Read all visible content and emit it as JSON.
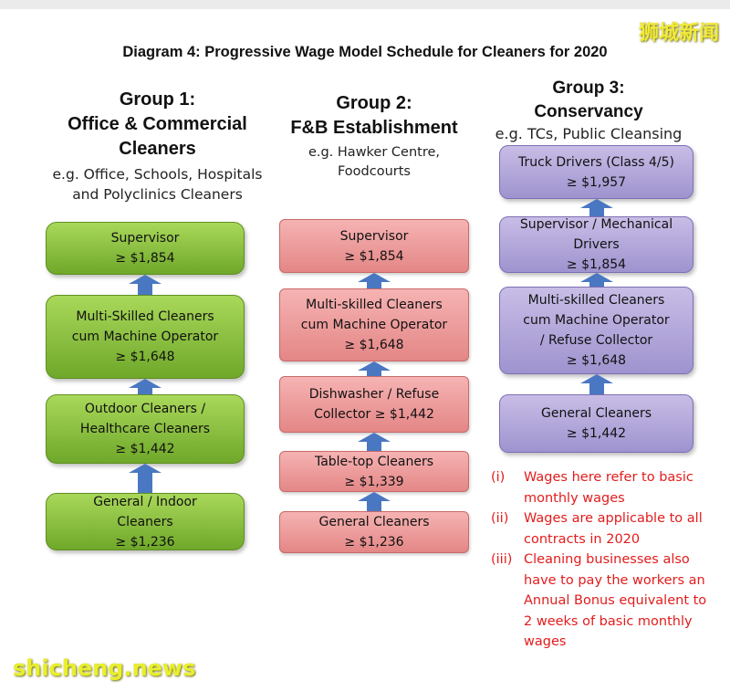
{
  "title": "Diagram 4: Progressive Wage Model Schedule for Cleaners for 2020",
  "watermarks": {
    "top": "狮城新闻",
    "bottom": "shicheng.news"
  },
  "groups": [
    {
      "heading": [
        "Group 1:",
        "Office & Commercial",
        "Cleaners"
      ],
      "subtitle": [
        "e.g. Office, Schools, Hospitals",
        "and  Polyclinics Cleaners"
      ],
      "color": "#8cc43f",
      "boxes": [
        [
          "Supervisor",
          "≥ $1,854"
        ],
        [
          "Multi-Skilled Cleaners",
          "cum Machine Operator",
          "≥ $1,648"
        ],
        [
          "Outdoor Cleaners /",
          "Healthcare Cleaners",
          "≥ $1,442"
        ],
        [
          "General / Indoor",
          "Cleaners",
          "≥ $1,236"
        ]
      ]
    },
    {
      "heading": [
        "Group 2:",
        "F&B Establishment"
      ],
      "subtitle": [
        "e.g. Hawker Centre,",
        "Foodcourts"
      ],
      "color": "#ef9e9e",
      "boxes": [
        [
          "Supervisor",
          "≥ $1,854"
        ],
        [
          "Multi-skilled Cleaners",
          "cum Machine Operator",
          "≥ $1,648"
        ],
        [
          "Dishwasher / Refuse",
          "Collector ≥ $1,442"
        ],
        [
          "Table-top Cleaners",
          "≥ $1,339"
        ],
        [
          "General Cleaners",
          "≥ $1,236"
        ]
      ]
    },
    {
      "heading": [
        "Group 3:",
        "Conservancy"
      ],
      "subtitle": [
        "e.g. TCs, Public Cleansing"
      ],
      "color": "#b3a8dc",
      "boxes": [
        [
          "Truck Drivers (Class 4/5)",
          "≥ $1,957"
        ],
        [
          "Supervisor / Mechanical",
          "Drivers",
          "≥ $1,854"
        ],
        [
          "Multi-skilled Cleaners",
          "cum Machine Operator",
          "/ Refuse Collector",
          "≥ $1,648"
        ],
        [
          "General Cleaners",
          "≥ $1,442"
        ]
      ]
    }
  ],
  "notes": [
    {
      "num": "(i)",
      "text": "Wages here refer to basic monthly wages"
    },
    {
      "num": "(ii)",
      "text": "Wages are applicable to all contracts in 2020"
    },
    {
      "num": "(iii)",
      "text": "Cleaning businesses also have to pay the workers an Annual Bonus equivalent to 2 weeks of basic monthly wages"
    }
  ]
}
